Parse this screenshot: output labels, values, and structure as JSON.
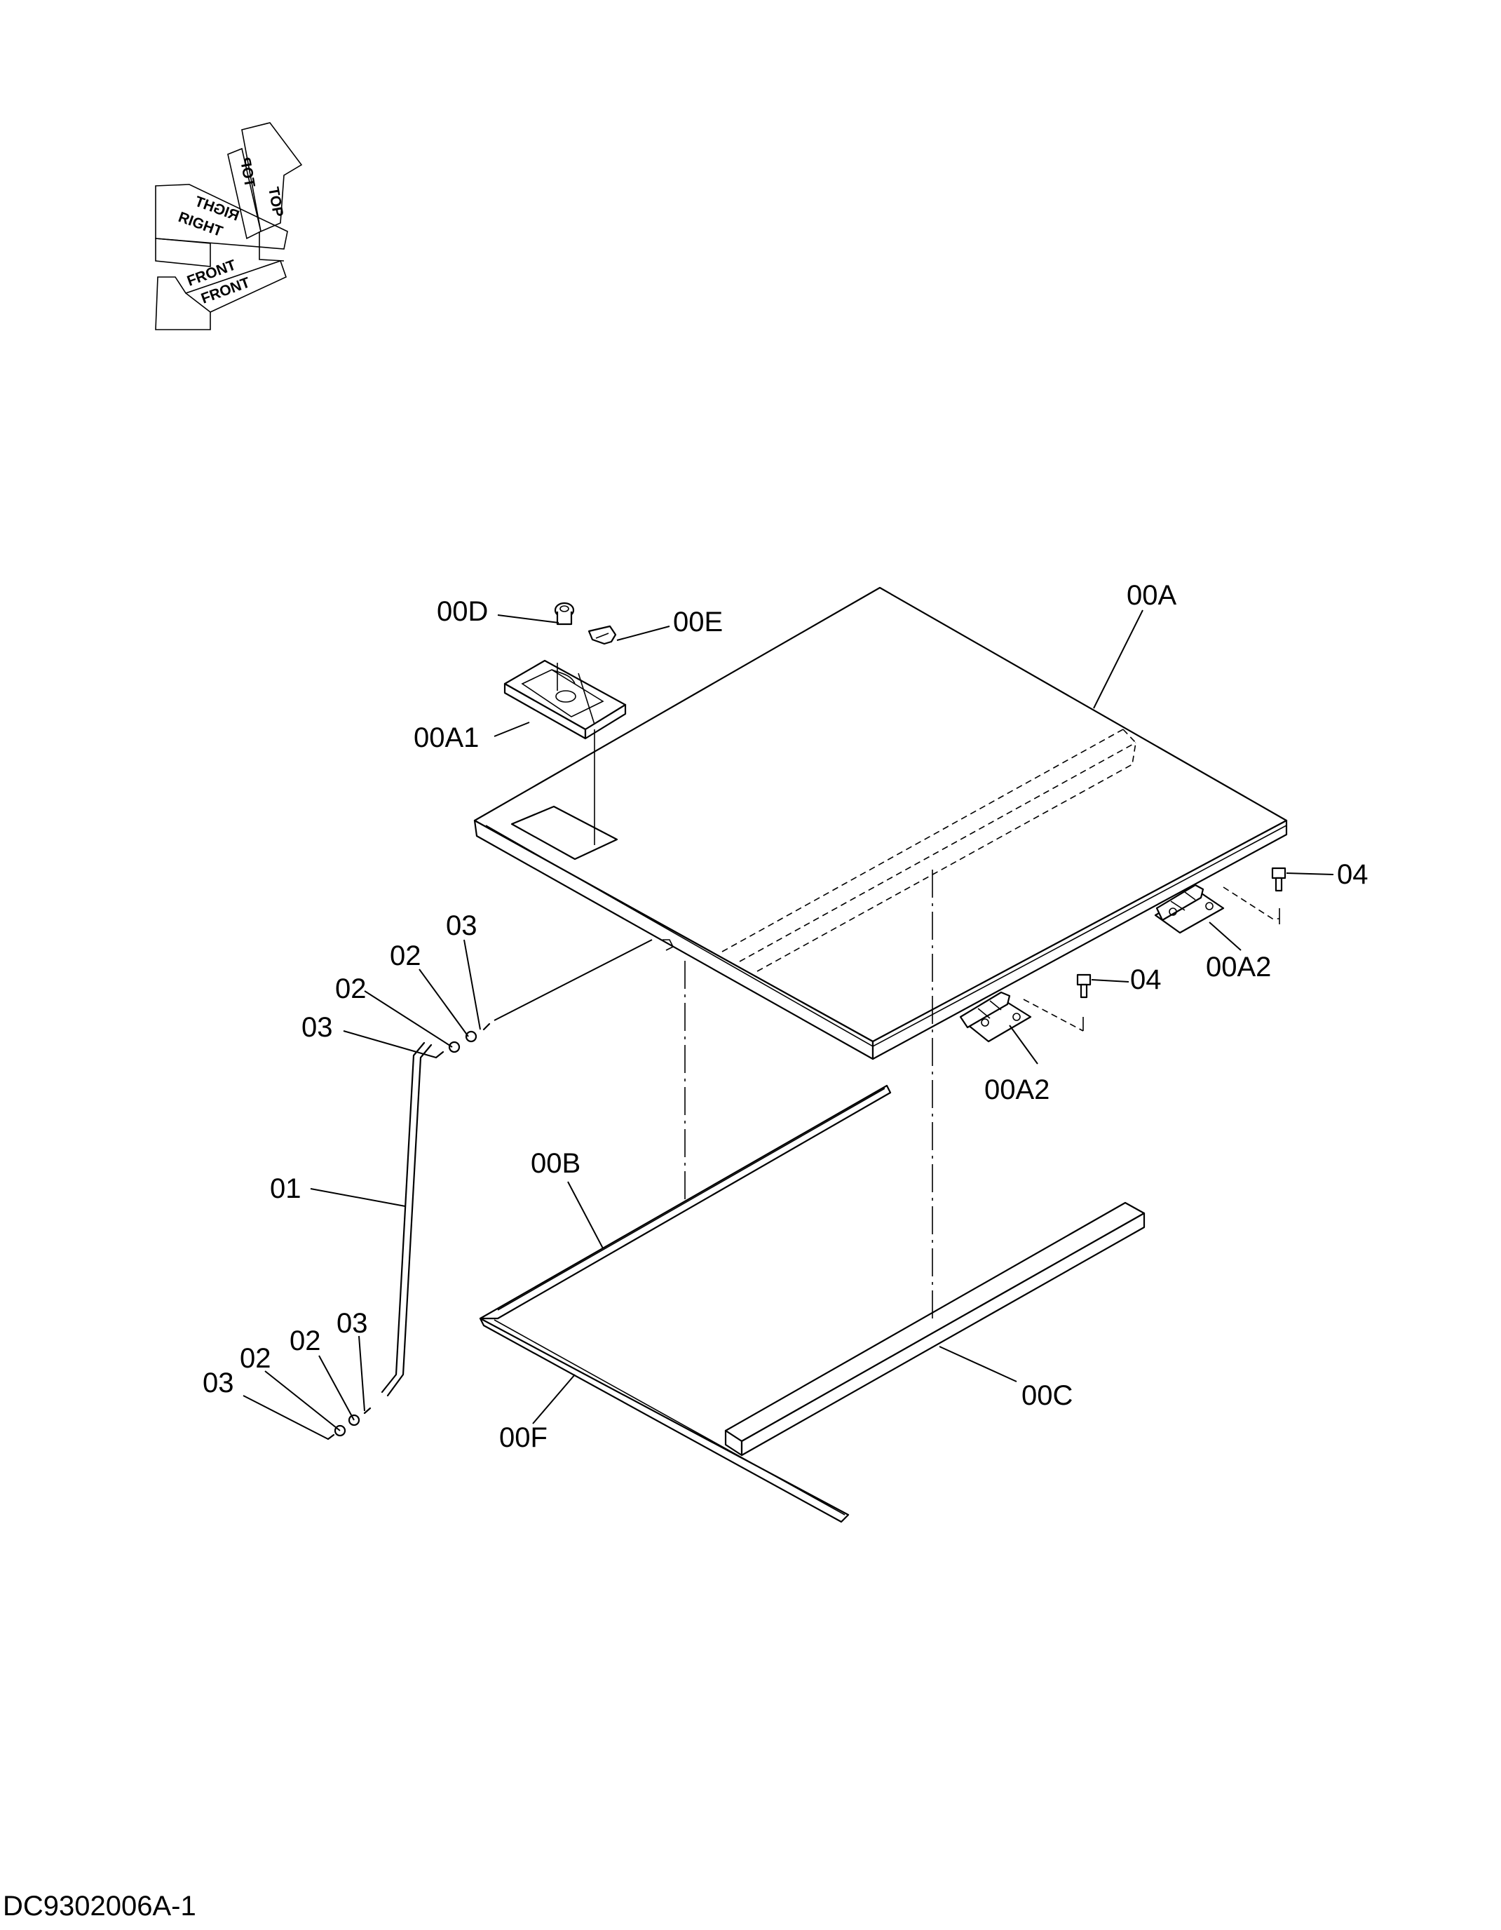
{
  "orientation": {
    "top_label": "TOP",
    "right_label": "RIGHT",
    "front_label": "FRONT"
  },
  "callouts": {
    "c_00D": "00D",
    "c_00E": "00E",
    "c_00A": "00A",
    "c_00A1": "00A1",
    "c_00A2": "00A2",
    "c_04": "04",
    "c_00B": "00B",
    "c_00C": "00C",
    "c_00F": "00F",
    "c_01": "01",
    "c_02": "02",
    "c_03": "03"
  },
  "drawing_id": "DC9302006A-1"
}
